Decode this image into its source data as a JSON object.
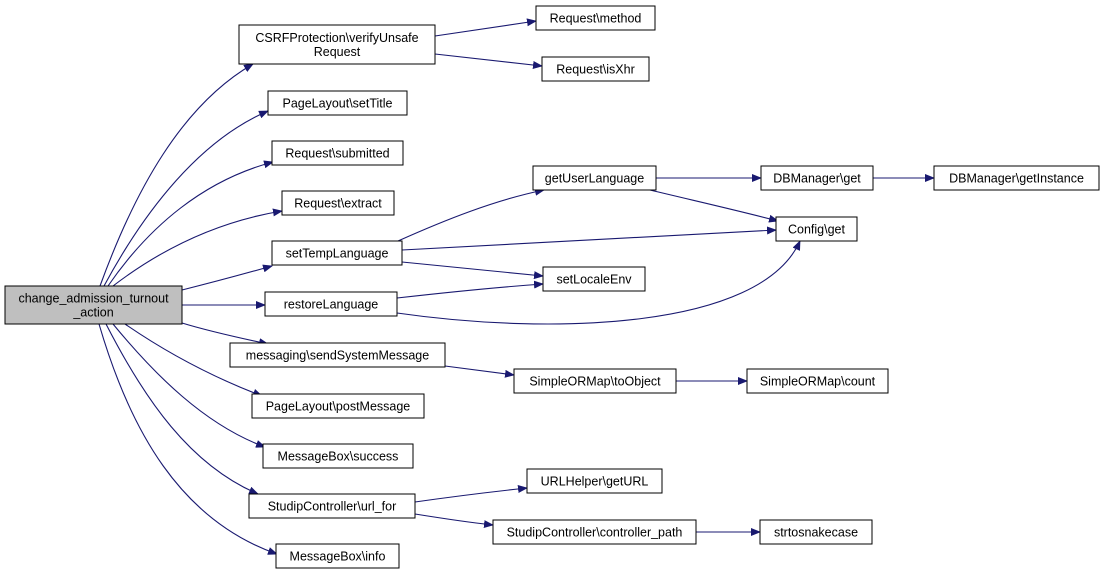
{
  "diagram": {
    "nodes": [
      {
        "id": "root",
        "lines": [
          "change_admission_turnout",
          "_action"
        ],
        "highlight": true
      },
      {
        "id": "csrf",
        "lines": [
          "CSRFProtection\\verifyUnsafe",
          "Request"
        ]
      },
      {
        "id": "req_method",
        "lines": [
          "Request\\method"
        ]
      },
      {
        "id": "req_isxhr",
        "lines": [
          "Request\\isXhr"
        ]
      },
      {
        "id": "pl_settitle",
        "lines": [
          "PageLayout\\setTitle"
        ]
      },
      {
        "id": "req_submitted",
        "lines": [
          "Request\\submitted"
        ]
      },
      {
        "id": "req_extract",
        "lines": [
          "Request\\extract"
        ]
      },
      {
        "id": "settemp",
        "lines": [
          "setTempLanguage"
        ]
      },
      {
        "id": "restore",
        "lines": [
          "restoreLanguage"
        ]
      },
      {
        "id": "getuserlang",
        "lines": [
          "getUserLanguage"
        ]
      },
      {
        "id": "dbm_get",
        "lines": [
          "DBManager\\get"
        ]
      },
      {
        "id": "dbm_getinst",
        "lines": [
          "DBManager\\getInstance"
        ]
      },
      {
        "id": "config_get",
        "lines": [
          "Config\\get"
        ]
      },
      {
        "id": "setlocale",
        "lines": [
          "setLocaleEnv"
        ]
      },
      {
        "id": "messaging",
        "lines": [
          "messaging\\sendSystemMessage"
        ]
      },
      {
        "id": "som_toobject",
        "lines": [
          "SimpleORMap\\toObject"
        ]
      },
      {
        "id": "som_count",
        "lines": [
          "SimpleORMap\\count"
        ]
      },
      {
        "id": "pl_postmsg",
        "lines": [
          "PageLayout\\postMessage"
        ]
      },
      {
        "id": "mb_success",
        "lines": [
          "MessageBox\\success"
        ]
      },
      {
        "id": "sc_urlfor",
        "lines": [
          "StudipController\\url_for"
        ]
      },
      {
        "id": "urlhelper",
        "lines": [
          "URLHelper\\getURL"
        ]
      },
      {
        "id": "sc_ctrlpath",
        "lines": [
          "StudipController\\controller_path"
        ]
      },
      {
        "id": "strtosnake",
        "lines": [
          "strtosnakecase"
        ]
      },
      {
        "id": "mb_info",
        "lines": [
          "MessageBox\\info"
        ]
      }
    ],
    "edges": [
      [
        "root",
        "csrf"
      ],
      [
        "root",
        "pl_settitle"
      ],
      [
        "root",
        "req_submitted"
      ],
      [
        "root",
        "req_extract"
      ],
      [
        "root",
        "settemp"
      ],
      [
        "root",
        "restore"
      ],
      [
        "root",
        "messaging"
      ],
      [
        "root",
        "pl_postmsg"
      ],
      [
        "root",
        "mb_success"
      ],
      [
        "root",
        "sc_urlfor"
      ],
      [
        "root",
        "mb_info"
      ],
      [
        "csrf",
        "req_method"
      ],
      [
        "csrf",
        "req_isxhr"
      ],
      [
        "settemp",
        "getuserlang"
      ],
      [
        "settemp",
        "config_get"
      ],
      [
        "settemp",
        "setlocale"
      ],
      [
        "getuserlang",
        "dbm_get"
      ],
      [
        "getuserlang",
        "config_get"
      ],
      [
        "dbm_get",
        "dbm_getinst"
      ],
      [
        "restore",
        "setlocale"
      ],
      [
        "restore",
        "config_get"
      ],
      [
        "messaging",
        "som_toobject"
      ],
      [
        "som_toobject",
        "som_count"
      ],
      [
        "sc_urlfor",
        "urlhelper"
      ],
      [
        "sc_urlfor",
        "sc_ctrlpath"
      ],
      [
        "sc_ctrlpath",
        "strtosnake"
      ]
    ],
    "colors": {
      "edge": "#191970",
      "node_fill": "#ffffff",
      "highlight_fill": "#bfbfbf",
      "border": "#000000"
    }
  }
}
